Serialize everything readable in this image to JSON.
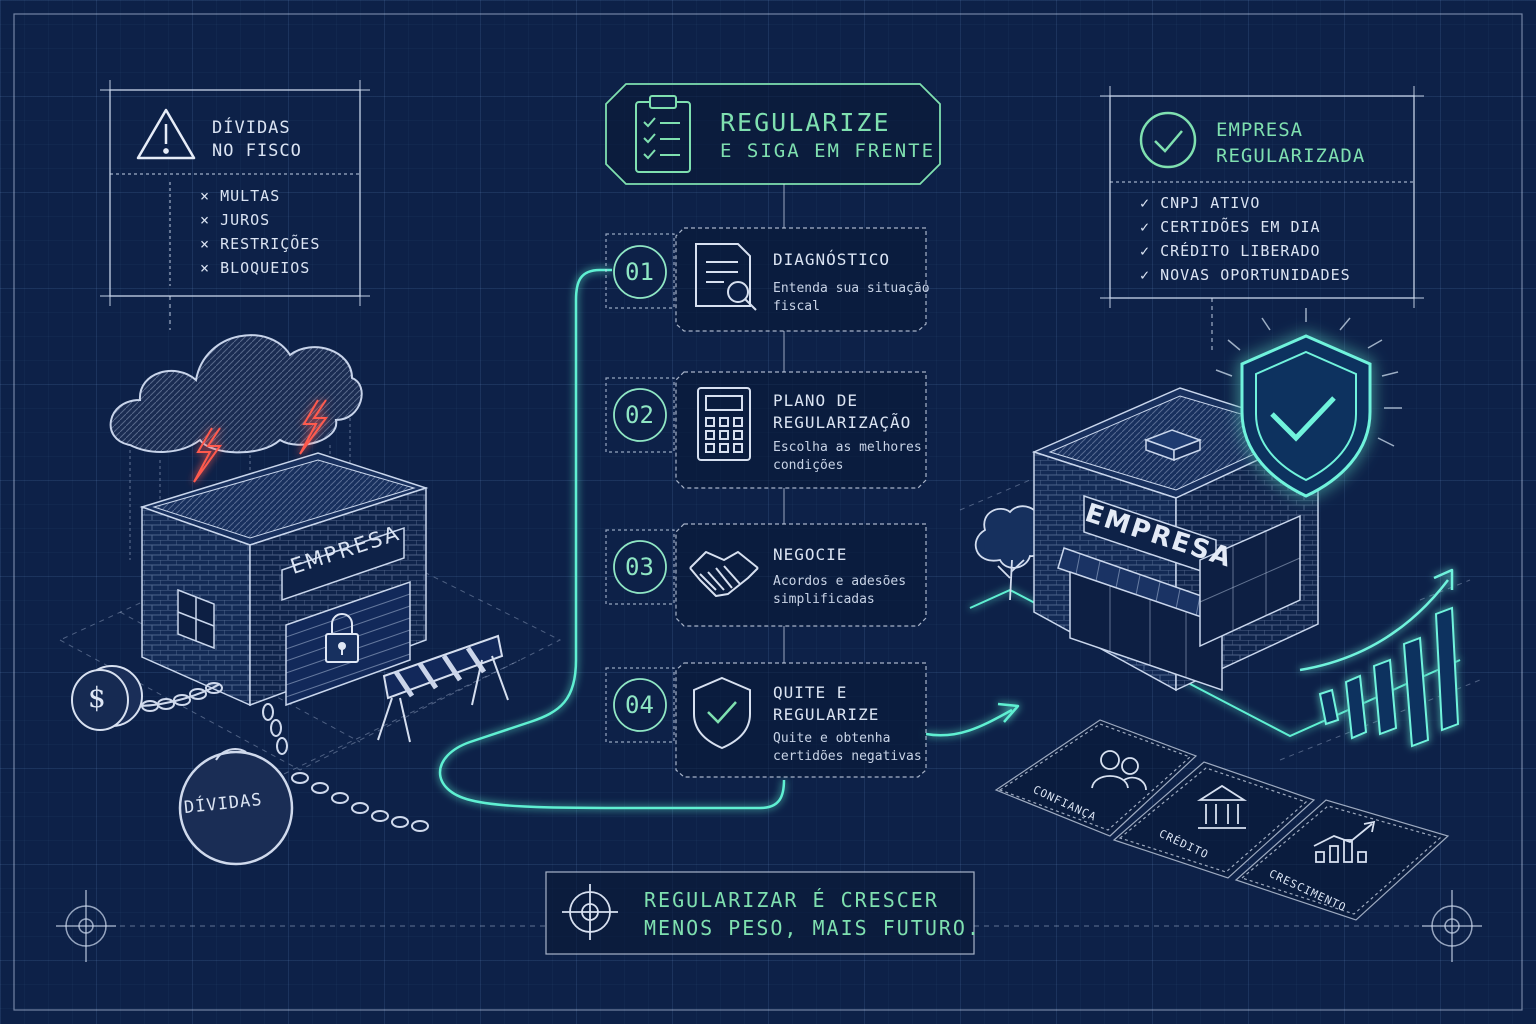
{
  "colors": {
    "background": "#0d2148",
    "accent": "#7fe0b0",
    "glow": "#5ff0d2",
    "alert": "#e8524a",
    "text": "#dbe4f3"
  },
  "debts_panel": {
    "title": "DÍVIDAS\nNO FISCO",
    "icon": "warning-triangle-icon",
    "items": [
      "MULTAS",
      "JUROS",
      "RESTRIÇÕES",
      "BLOQUEIOS"
    ],
    "item_marker": "×"
  },
  "left_building": {
    "sign": "EMPRESA",
    "ball_label": "DÍVIDAS",
    "icons": [
      "storm-cloud-icon",
      "lightning-icon",
      "padlock-icon",
      "coin-dollar-icon",
      "ball-and-chain-icon",
      "barrier-icon"
    ],
    "coin_symbol": "$"
  },
  "header": {
    "title": "REGULARIZE",
    "subtitle": "E SIGA EM FRENTE",
    "icon": "clipboard-checklist-icon"
  },
  "steps": [
    {
      "number": "01",
      "title": "DIAGNÓSTICO",
      "description": "Entenda sua situação\nfiscal",
      "icon": "document-search-icon"
    },
    {
      "number": "02",
      "title": "PLANO DE\nREGULARIZAÇÃO",
      "description": "Escolha as melhores\ncondições",
      "icon": "calculator-icon"
    },
    {
      "number": "03",
      "title": "NEGOCIE",
      "description": "Acordos e adesões\nsimplificadas",
      "icon": "handshake-icon"
    },
    {
      "number": "04",
      "title": "QUITE E\nREGULARIZE",
      "description": "Quite e obtenha\ncertidões negativas",
      "icon": "shield-check-icon"
    }
  ],
  "result_panel": {
    "title": "EMPRESA\nREGULARIZADA",
    "icon": "check-circle-icon",
    "items": [
      "CNPJ ATIVO",
      "CERTIDÕES EM DIA",
      "CRÉDITO LIBERADO",
      "NOVAS OPORTUNIDADES"
    ],
    "item_marker": "✓"
  },
  "right_building": {
    "sign": "EMPRESA",
    "icons": [
      "shield-check-icon",
      "tree-icon",
      "growth-bar-chart-icon",
      "arrow-up-icon"
    ]
  },
  "benefit_tiles": [
    {
      "label": "CONFIANÇA",
      "icon": "people-icon"
    },
    {
      "label": "CRÉDITO",
      "icon": "bank-icon"
    },
    {
      "label": "CRESCIMENTO",
      "icon": "trend-chart-icon"
    }
  ],
  "footer": {
    "line1": "REGULARIZAR É CRESCER",
    "line2": "MENOS PESO, MAIS FUTURO.",
    "icon": "crosshair-icon"
  }
}
